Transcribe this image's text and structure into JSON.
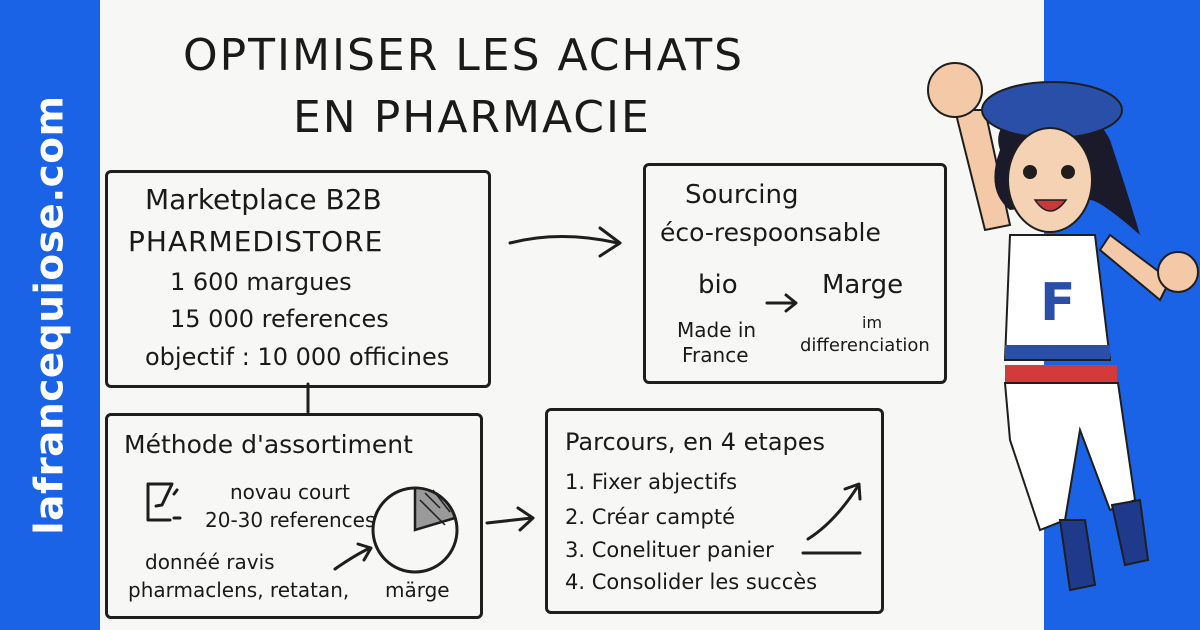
{
  "site": {
    "domain": "lafrancequiose.com"
  },
  "title": {
    "line1": "OPTIMISER LES ACHATS",
    "line2": "EN PHARMACIE"
  },
  "marketplace": {
    "heading1": "Marketplace B2B",
    "heading2": "PHARMEDISTORE",
    "brands": "1 600 margues",
    "references": "15 000 references",
    "goal": "objectif : 10 000 officines"
  },
  "sourcing": {
    "heading1": "Sourcing",
    "heading2": "éco-respoonsable",
    "bio": "bio",
    "marge": "Marge",
    "made_in": "Made in",
    "france": "France",
    "im": "im",
    "differenciation": "differenciation"
  },
  "methode": {
    "heading": "Méthode d'assortiment",
    "niveau": "novau court",
    "refs": "20-30 references",
    "donnees": "donnéé ravis",
    "pharmaciens": "pharmaclens, retatan,",
    "marge": "märge"
  },
  "parcours": {
    "heading": "Parcours, en 4 etapes",
    "steps": [
      "1. Fixer abjectifs",
      "2. Créar campté",
      "3. Conelituer panier",
      "4. Consolider les succès"
    ]
  },
  "mascot": {
    "shirt_letter": "F"
  },
  "colors": {
    "brand_blue": "#1b63e6",
    "ink": "#1e1e1e",
    "red": "#d33a3a",
    "navy": "#243a8f"
  }
}
